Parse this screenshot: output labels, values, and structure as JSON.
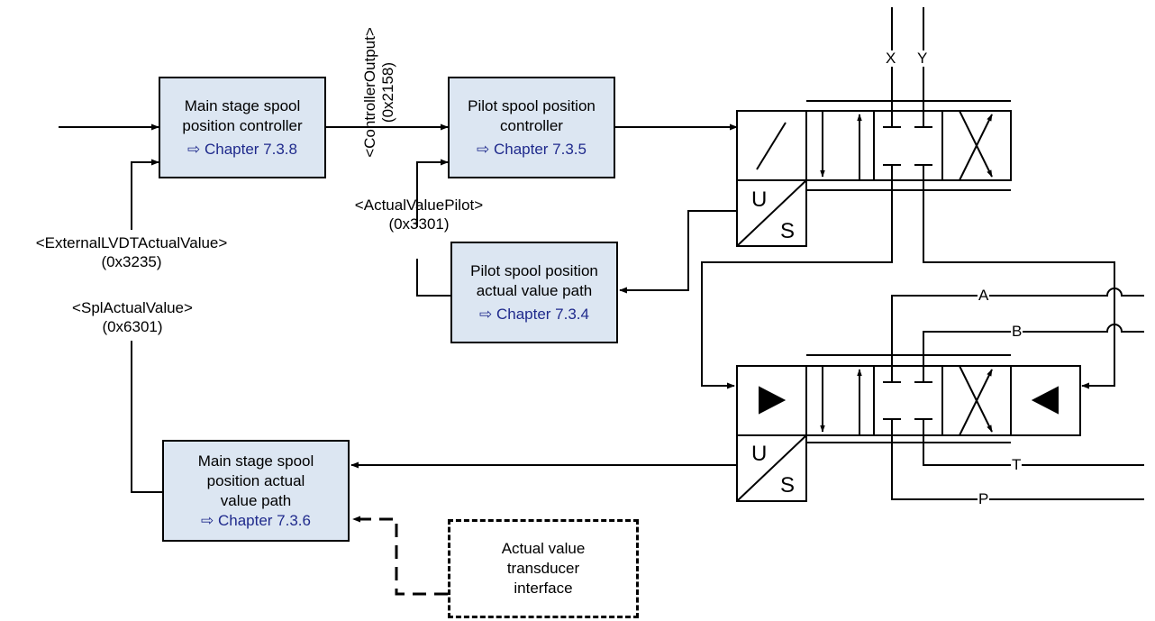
{
  "blocks": {
    "main_controller": {
      "line1": "Main stage spool",
      "line2": "position controller",
      "ref": "⇨ Chapter 7.3.8"
    },
    "pilot_controller": {
      "line1": "Pilot spool position",
      "line2": "controller",
      "ref": "⇨ Chapter 7.3.5"
    },
    "pilot_actual": {
      "line1": "Pilot spool position",
      "line2": "actual value path",
      "ref": "⇨ Chapter 7.3.4"
    },
    "main_actual": {
      "line1": "Main stage spool",
      "line2": "position actual",
      "line3": "value path",
      "ref": "⇨ Chapter 7.3.6"
    },
    "transducer": {
      "line1": "Actual value",
      "line2": "transducer",
      "line3": "interface"
    }
  },
  "labels": {
    "controller_output": "<ControllerOutput>",
    "controller_output_index": "(0x2158)",
    "actual_value_pilot": "<ActualValuePilot>",
    "actual_value_pilot_index": "(0x3301)",
    "external_lvdt": "<ExternalLVDTActualValue>",
    "external_lvdt_index": "(0x3235)",
    "spl_actual": "<SplActualValue>",
    "spl_actual_index": "(0x6301)"
  },
  "ports": {
    "x": "X",
    "y": "Y",
    "a": "A",
    "b": "B",
    "t": "T",
    "p": "P"
  },
  "transducers": {
    "top_u": "U",
    "top_s": "S",
    "bottom_u": "U",
    "bottom_s": "S"
  }
}
